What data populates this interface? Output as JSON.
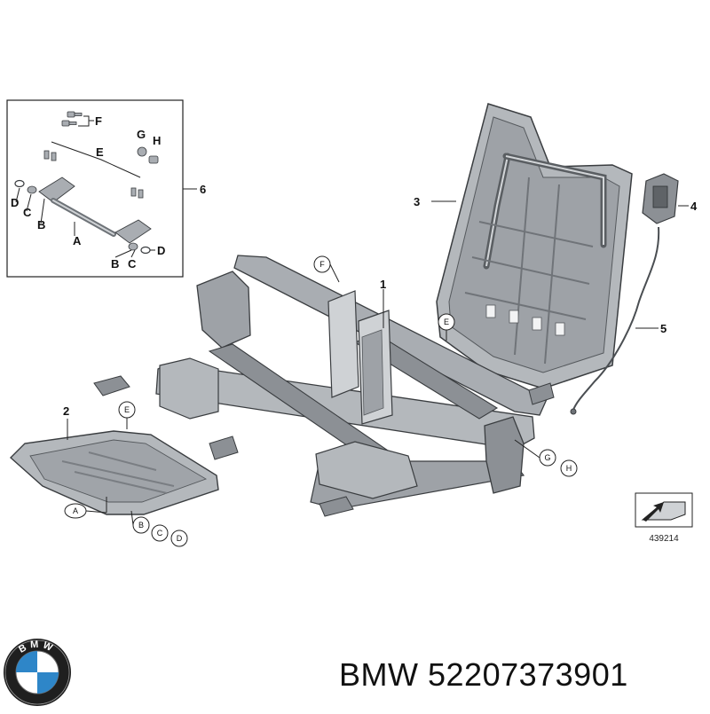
{
  "callouts": {
    "n1": "1",
    "n2": "2",
    "n3": "3",
    "n4": "4",
    "n5": "5",
    "n6": "6",
    "A": "A",
    "B": "B",
    "C": "C",
    "D": "D",
    "E": "E",
    "F": "F",
    "G": "G",
    "H": "H"
  },
  "diagram_ref": "439214",
  "logo_text": "BMW",
  "caption": {
    "brand": "BMW",
    "part_number": "52207373901"
  },
  "colors": {
    "part_fill": "#a9adb2",
    "part_dark": "#6e7378",
    "part_light": "#cfd2d5",
    "outline": "#3a3d40",
    "logo_blue": "#2e86c8"
  }
}
